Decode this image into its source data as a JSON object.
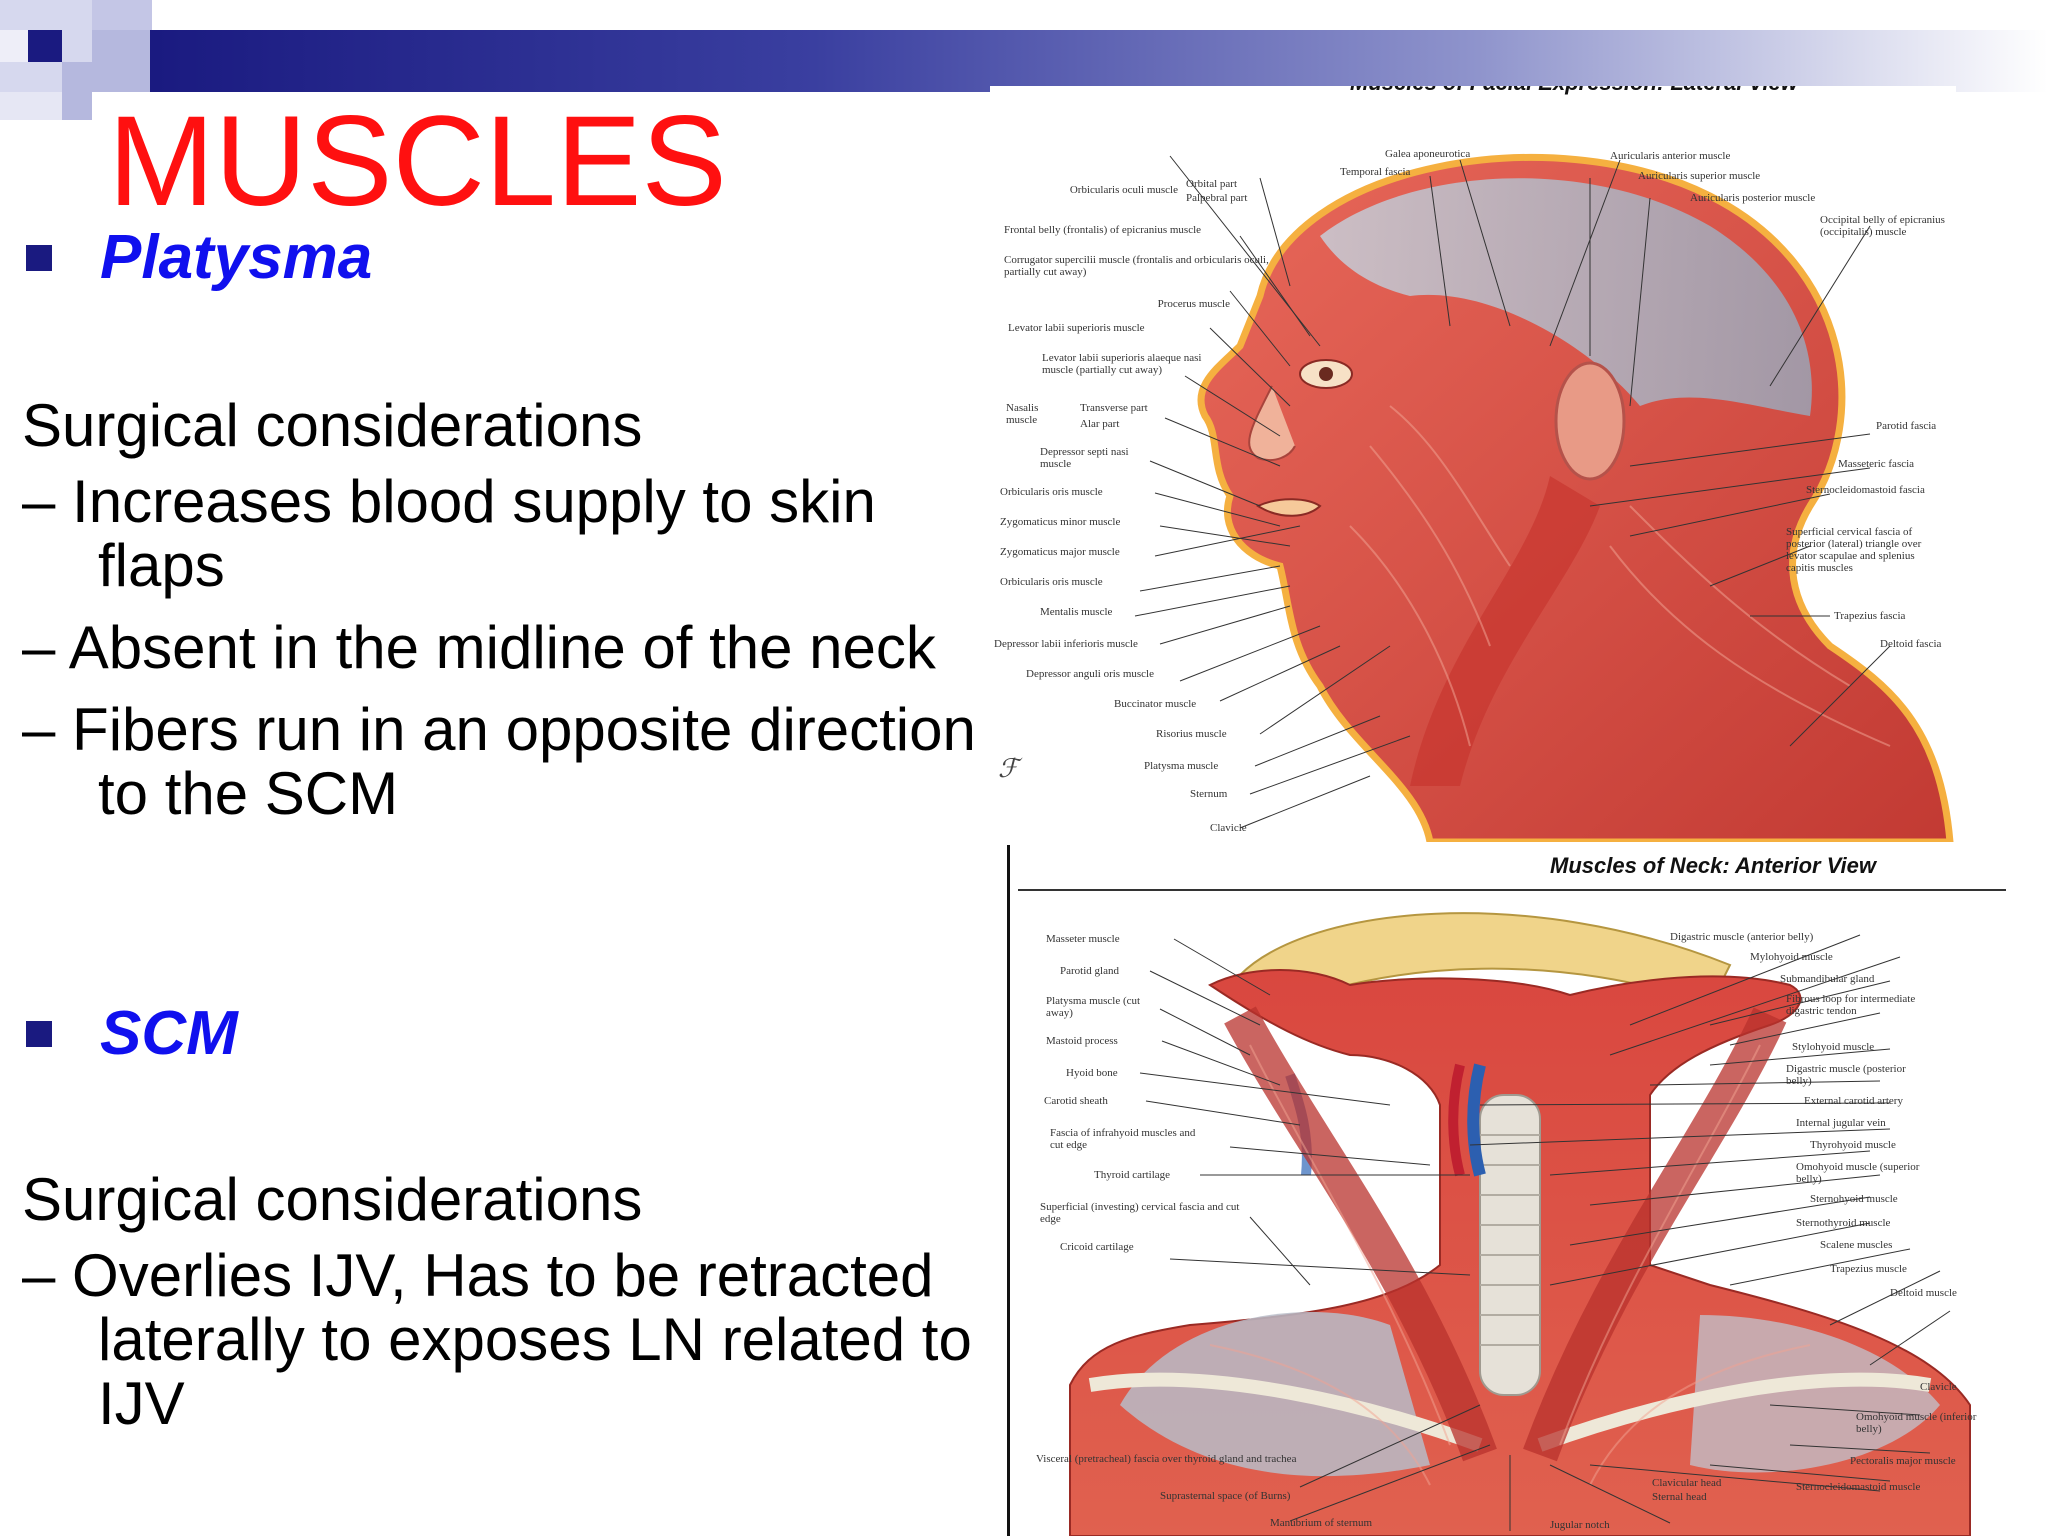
{
  "slide": {
    "title": "MUSCLES",
    "sections": [
      {
        "bullet": "Platysma",
        "heading": "Surgical considerations",
        "points": [
          "– Increases blood supply to skin flaps",
          "– Absent in the midline of the neck",
          "– Fibers run in an opposite direction to the SCM"
        ]
      },
      {
        "bullet": "SCM",
        "heading": "Surgical considerations",
        "points": [
          "– Overlies IJV, Has to be retracted laterally to exposes LN related to IJV"
        ]
      }
    ]
  },
  "figure_lateral": {
    "caption": "Muscles of Facial Expression: Lateral View",
    "labels_left": [
      "Orbicularis oculi muscle",
      "Orbital part",
      "Palpebral part",
      "Frontal belly (frontalis) of epicranius muscle",
      "Corrugator supercilii muscle (frontalis and orbicularis oculi, partially cut away)",
      "Procerus muscle",
      "Levator labii superioris muscle",
      "Levator labii superioris alaeque nasi muscle (partially cut away)",
      "Nasalis muscle",
      "Transverse part",
      "Alar part",
      "Depressor septi nasi muscle",
      "Orbicularis oris muscle",
      "Zygomaticus minor muscle",
      "Zygomaticus major muscle",
      "Orbicularis oris muscle",
      "Mentalis muscle",
      "Depressor labii inferioris muscle",
      "Depressor anguli oris muscle",
      "Buccinator muscle",
      "Risorius muscle",
      "Platysma muscle",
      "Sternum",
      "Clavicle"
    ],
    "labels_top": [
      "Galea aponeurotica",
      "Temporal fascia",
      "Auricularis anterior muscle",
      "Auricularis superior muscle",
      "Auricularis posterior muscle"
    ],
    "labels_right": [
      "Occipital belly of epicranius (occipitalis) muscle",
      "Parotid fascia",
      "Masseteric fascia",
      "Sternocleidomastoid fascia",
      "Superficial cervical fascia of posterior (lateral) triangle over levator scapulae and splenius capitis muscles",
      "Trapezius fascia",
      "Deltoid fascia"
    ]
  },
  "figure_anterior": {
    "caption": "Muscles of Neck: Anterior View",
    "labels_left": [
      "Masseter muscle",
      "Parotid gland",
      "Platysma muscle (cut away)",
      "Mastoid process",
      "Hyoid bone",
      "Carotid sheath",
      "Fascia of infrahyoid muscles and cut edge",
      "Thyroid cartilage",
      "Superficial (investing) cervical fascia and cut edge",
      "Cricoid cartilage",
      "Visceral (pretracheal) fascia over thyroid gland and trachea",
      "Suprasternal space (of Burns)",
      "Manubrium of sternum"
    ],
    "labels_right": [
      "Digastric muscle (anterior belly)",
      "Mylohyoid muscle",
      "Submandibular gland",
      "Fibrous loop for intermediate digastric tendon",
      "Stylohyoid muscle",
      "Digastric muscle (posterior belly)",
      "External carotid artery",
      "Internal jugular vein",
      "Thyrohyoid muscle",
      "Omohyoid muscle (superior belly)",
      "Sternohyoid muscle",
      "Sternothyroid muscle",
      "Scalene muscles",
      "Trapezius muscle",
      "Deltoid muscle",
      "Clavicle",
      "Omohyoid muscle (inferior belly)",
      "Pectoralis major muscle",
      "Sternocleidomastoid muscle",
      "Clavicular head",
      "Sternal head",
      "Jugular notch"
    ]
  },
  "colors": {
    "title_red": "#ff1010",
    "bullet_blue": "#1010ee",
    "template_navy": "#1a1a80",
    "muscle_red": "#d9473f"
  }
}
